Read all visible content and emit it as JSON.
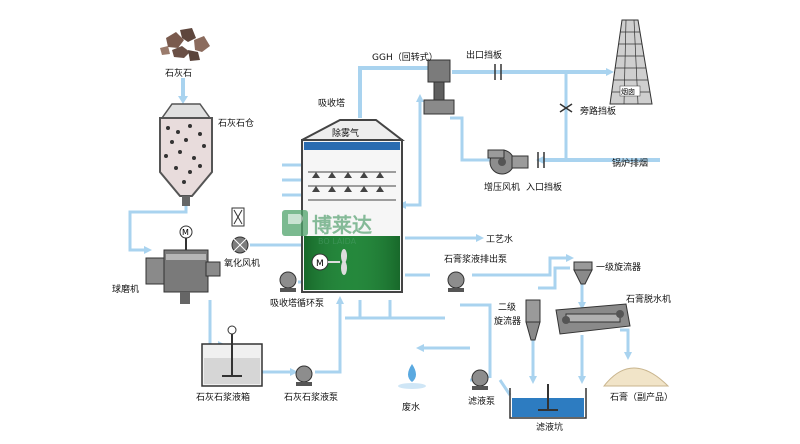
{
  "labels": {
    "limestone": "石灰石",
    "limestone_silo": "石灰石仓",
    "ball_mill": "球磨机",
    "oxidation_fan": "氧化风机",
    "absorber": "吸收塔",
    "demister": "除雾气",
    "ggh": "GGH（回转式）",
    "outlet_damper": "出口挡板",
    "chimney": "烟囱",
    "bypass_damper": "旁路挡板",
    "booster_fan": "增压风机",
    "inlet_damper": "入口挡板",
    "boiler_flue_gas": "锅炉排烟",
    "process_water": "工艺水",
    "gypsum_discharge_pump": "石膏浆液排出泵",
    "primary_cyclone": "一级旋流器",
    "gypsum_dewatering": "石膏脱水机",
    "secondary_cyclone_line1": "二级",
    "secondary_cyclone_line2": "旋流器",
    "circulation_pump": "吸收塔循环泵",
    "slurry_tank": "石灰石浆液箱",
    "slurry_pump": "石灰石浆液泵",
    "wastewater": "废水",
    "filtrate_pump": "滤液泵",
    "filtrate_pit": "滤液坑",
    "gypsum_product": "石膏（副产品）",
    "watermark": "博莱达",
    "watermark_sub": "BO LAIDA"
  },
  "colors": {
    "flow": "#a9d3ef",
    "absorber_liquid": "#1e7e34",
    "equipment": "#6d6d6d",
    "text": "#111111"
  }
}
